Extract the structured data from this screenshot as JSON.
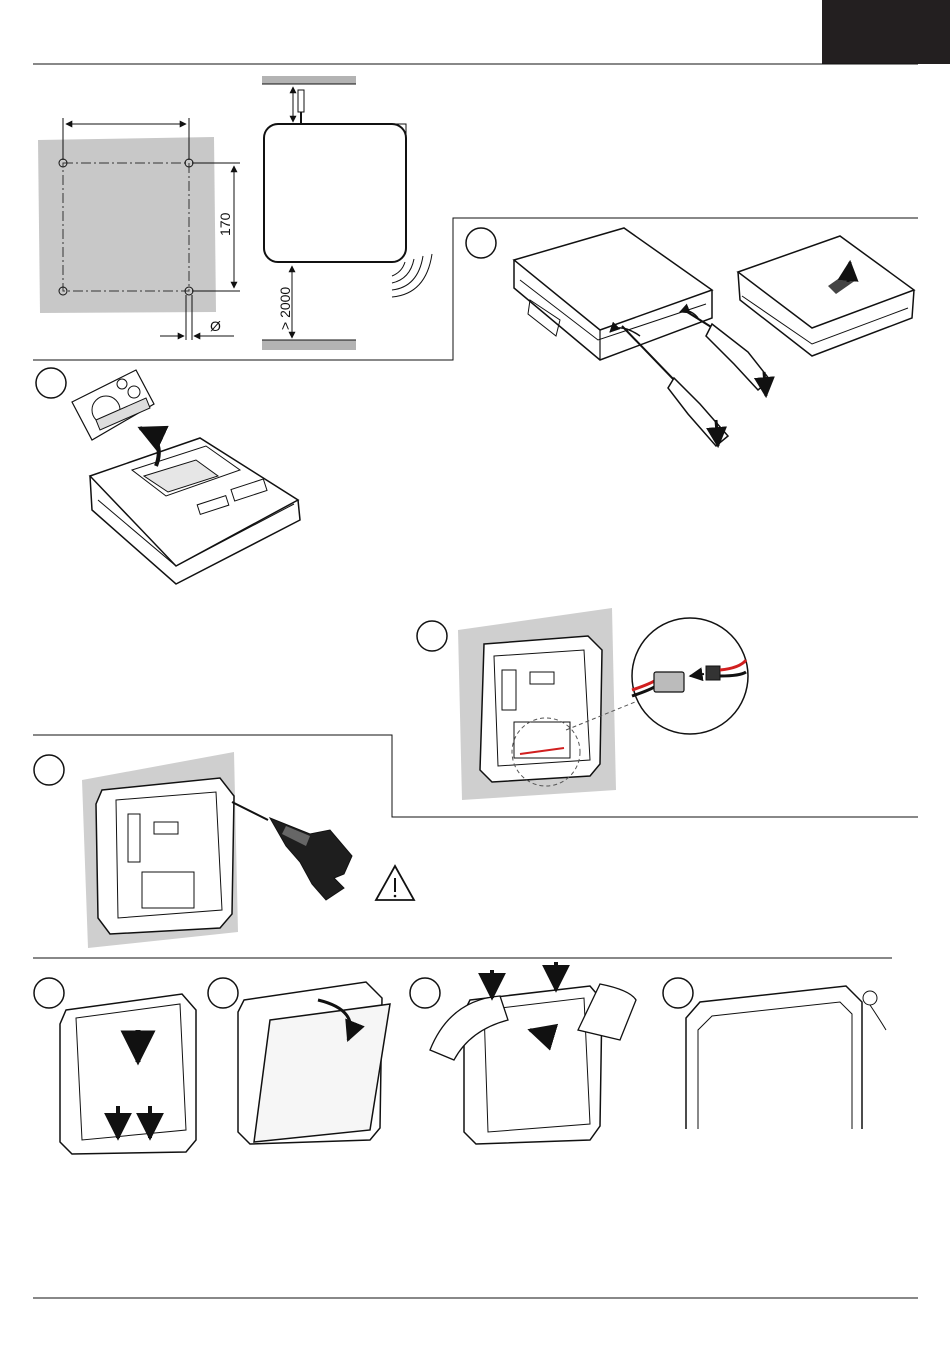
{
  "header": {
    "tab_color": "#231f20"
  },
  "figures": {
    "mounting": {
      "dimension_width_label": "170",
      "dimension_clearance_label": "> 2000",
      "diameter_symbol": "Ø"
    }
  },
  "icons": {
    "warning": "warning-triangle-icon",
    "screwdriver": "screwdriver-icon",
    "drill": "drill-icon",
    "connector": "connector-icon"
  },
  "colors": {
    "wall_gray": "#c8c8c8",
    "ceiling_gray": "#b3b3b3",
    "line": "#1a1a1a",
    "wire_red": "#d11f1f"
  }
}
